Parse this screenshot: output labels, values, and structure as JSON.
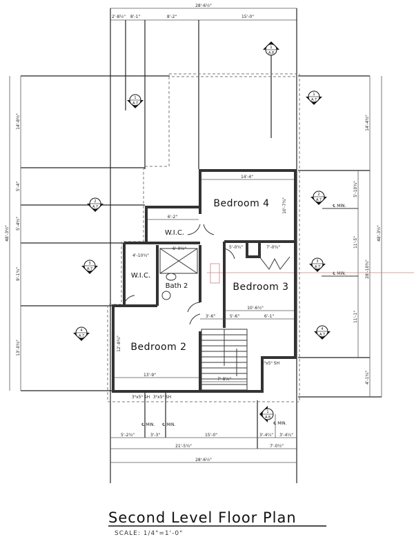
{
  "title": "Second Level Floor Plan",
  "scale": "SCALE: 1/4\"=1'-0\"",
  "rooms": {
    "bedroom4": "Bedroom 4",
    "bedroom3": "Bedroom 3",
    "bedroom2": "Bedroom 2",
    "bath2": "Bath 2",
    "wic_upper": "W.I.C.",
    "wic_lower": "W.I.C."
  },
  "dims_top": {
    "overall": "28'-6½\"",
    "d1": "2'-8½\"",
    "d2": "8'-1\"",
    "d3": "8'-2\"",
    "d4": "15'-0\""
  },
  "dims_left": {
    "overall": "48'-3½\"",
    "d1": "14'-8½\"",
    "d2": "5'-4\"",
    "d3": "5'-4½\"",
    "d4": "9'-1¾\"",
    "d5": "13'-0¼\""
  },
  "dims_right": {
    "overall": "48'-3½\"",
    "a1": "14'-4½\"",
    "a2": "28'-10¾\"",
    "a3": "4'-1¼\"",
    "b1": "5'-10¾\"",
    "b2": "11'-5\"",
    "b3": "11'-1\""
  },
  "dims_bottom": {
    "d1": "5'-2¾\"",
    "d2": "3'-3\"",
    "d3": "15'-0\"",
    "d4": "3'-4¼\"",
    "d5": "3'-4¼\"",
    "e1": "21'-5¾\"",
    "e2": "7'-0½\"",
    "overall": "28'-6½\""
  },
  "dims_interior": {
    "bed4_w": "14'-4\"",
    "bed4_h": "10'-7¾\"",
    "wic_u": "6'-2\"",
    "wic_l": "4'-10¾\"",
    "bath": "6'-0½\"",
    "closet1": "5'-0¾\"",
    "closet2": "7'-0¾\"",
    "bed3_w": "10'-6½\"",
    "bed2_w": "13'-9\"",
    "bed2_h": "12'-8¼\"",
    "stair_w": "7'-8½\"",
    "h1": "3'-6\"",
    "h2": "5'-6\"",
    "h3": "6'-1\""
  },
  "windows": {
    "w1": "3⁰x5⁰ SH",
    "w2": "3⁰x5⁰ SH",
    "w3": "3⁰x5⁰ SH"
  },
  "cl_min": "℄ MIN.",
  "markers": [
    {
      "num": "1",
      "sheet": "A.8"
    },
    {
      "num": "1",
      "sheet": "A.7"
    },
    {
      "num": "1",
      "sheet": "A.7"
    },
    {
      "num": "2",
      "sheet": "A.7"
    },
    {
      "num": "2",
      "sheet": "A.7"
    },
    {
      "num": "3",
      "sheet": "A.7"
    },
    {
      "num": "3",
      "sheet": "A.7"
    },
    {
      "num": "4",
      "sheet": "A.7"
    },
    {
      "num": "4",
      "sheet": "A.7"
    },
    {
      "num": "1",
      "sheet": "A.8"
    }
  ],
  "colors": {
    "line": "#333333",
    "reference_line": "#d08080"
  }
}
